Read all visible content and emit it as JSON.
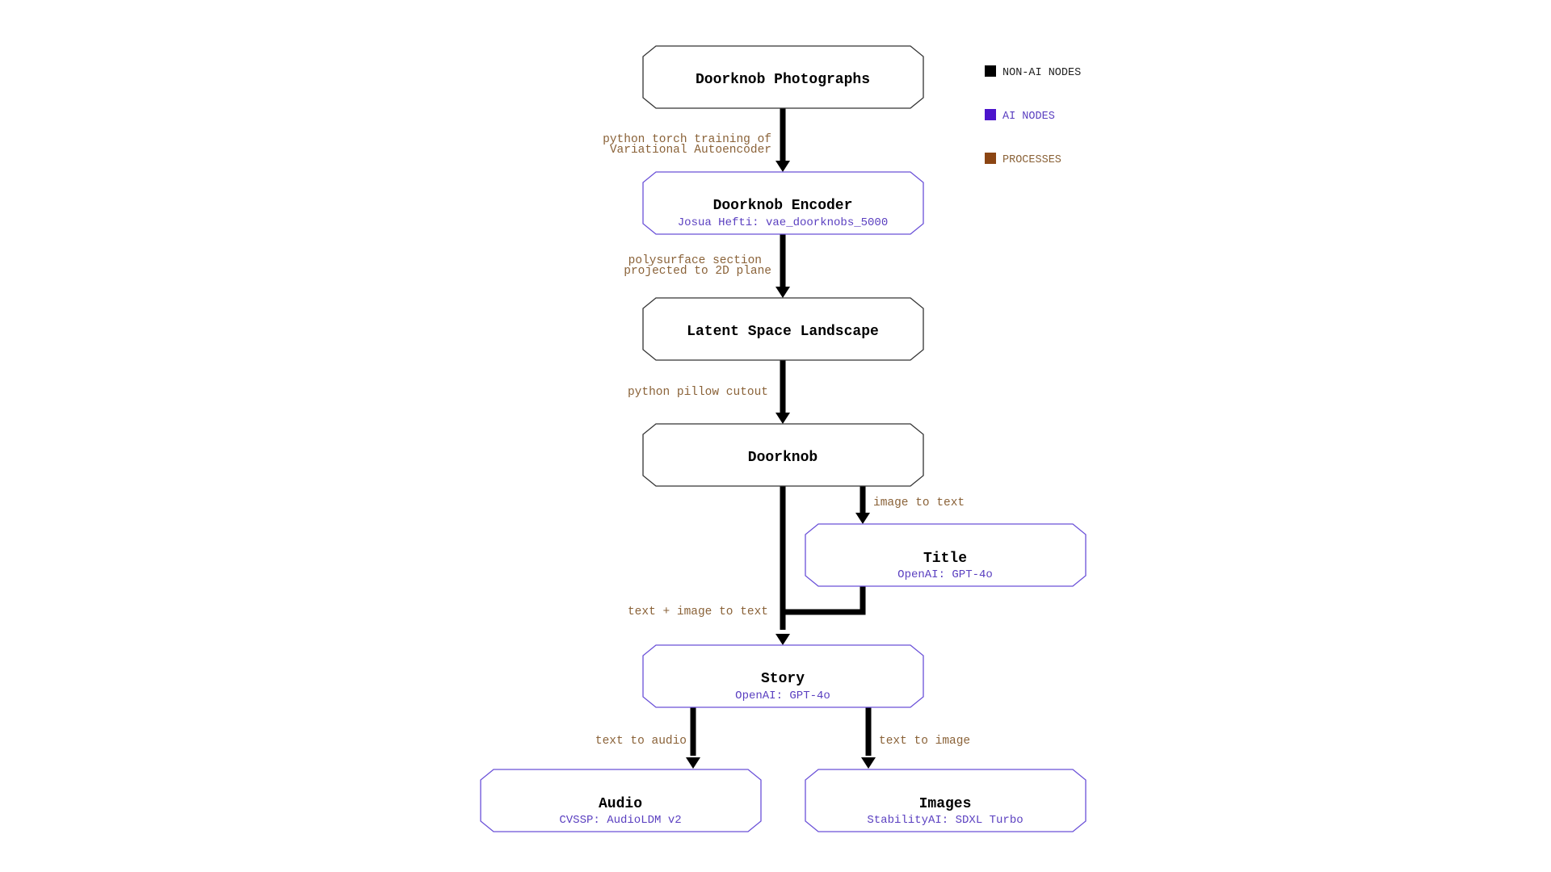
{
  "colors": {
    "non_ai": "#000000",
    "ai": "#4b14cc",
    "ai_text": "#5a3fc0",
    "process": "#8b4513",
    "process_text": "#8a6238",
    "non_ai_border": "#333333",
    "ai_border": "#6a50d8"
  },
  "legend": {
    "non_ai": "NON-AI NODES",
    "ai": "AI NODES",
    "processes": "PROCESSES"
  },
  "nodes": {
    "photographs": {
      "title": "Doorknob Photographs"
    },
    "encoder": {
      "title": "Doorknob Encoder",
      "credit_source": "Josua Hefti:",
      "credit_model": "vae_doorknobs_5000"
    },
    "landscape": {
      "title": "Latent Space Landscape"
    },
    "doorknob": {
      "title": "Doorknob"
    },
    "title": {
      "title": "Title",
      "credit_source": "OpenAI:",
      "credit_model": "GPT-4o"
    },
    "story": {
      "title": "Story",
      "credit_source": "OpenAI:",
      "credit_model": "GPT-4o"
    },
    "audio": {
      "title": "Audio",
      "credit_source": "CVSSP:",
      "credit_model": "AudioLDM v2"
    },
    "images": {
      "title": "Images",
      "credit_source": "StabilityAI:",
      "credit_model": "SDXL Turbo"
    }
  },
  "processes": {
    "vae_training_line1": "python torch training of",
    "vae_training_line2": "Variational Autoencoder",
    "section_line1": "polysurface section",
    "section_line2": "projected to 2D plane",
    "cutout": "python pillow cutout",
    "image_to_text": "image to text",
    "text_image_to_text": "text + image to text",
    "text_to_audio": "text to audio",
    "text_to_image": "text to image"
  }
}
